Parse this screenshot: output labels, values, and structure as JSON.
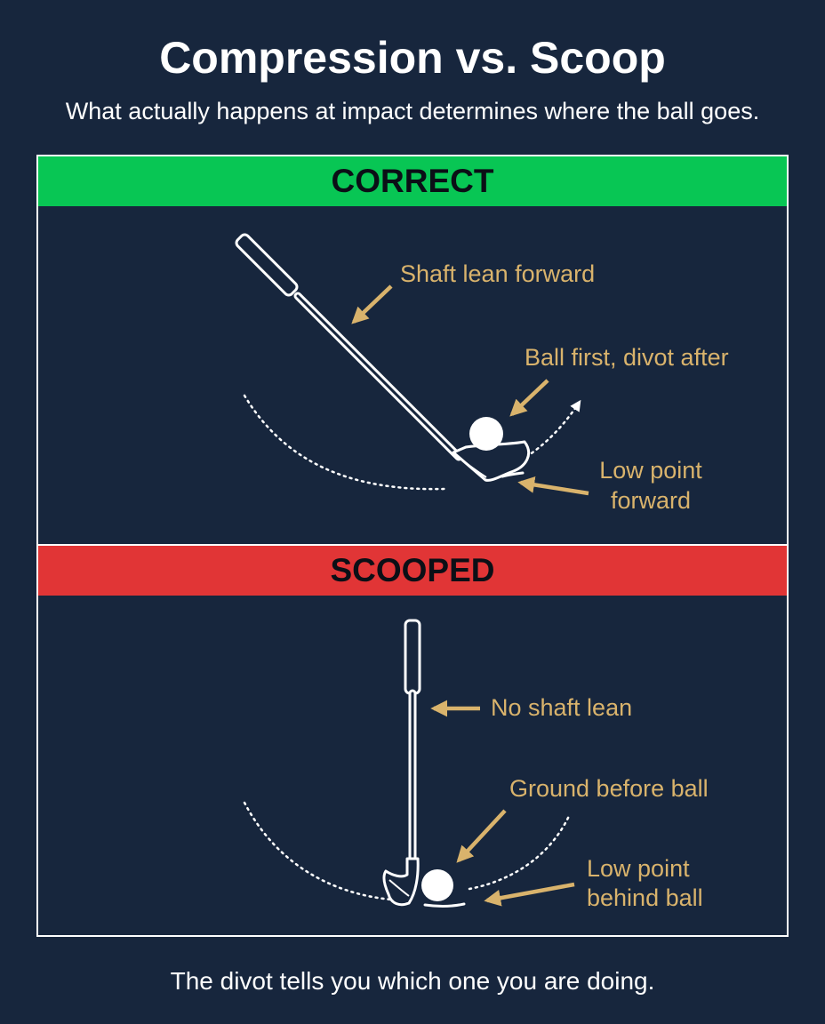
{
  "header": {
    "title": "Compression vs. Scoop",
    "subtitle": "What actually happens at impact determines where the ball goes."
  },
  "panels": {
    "correct": {
      "label": "CORRECT",
      "color": "#08c654",
      "annotations": {
        "shaft": "Shaft lean forward",
        "contact": "Ball first, divot after",
        "low_point_line1": "Low point",
        "low_point_line2": "forward"
      }
    },
    "scooped": {
      "label": "SCOOPED",
      "color": "#e13536",
      "annotations": {
        "shaft": "No shaft lean",
        "contact": "Ground before ball",
        "low_point_line1": "Low point",
        "low_point_line2": "behind ball"
      }
    }
  },
  "footer": {
    "text": "The divot tells you which one you are doing."
  },
  "colors": {
    "background": "#17263d",
    "annotation": "#d9b36c",
    "line": "#ffffff"
  },
  "icons": {
    "club": "golf-club-icon",
    "ball": "golf-ball-icon",
    "arrow": "arrow-icon"
  }
}
